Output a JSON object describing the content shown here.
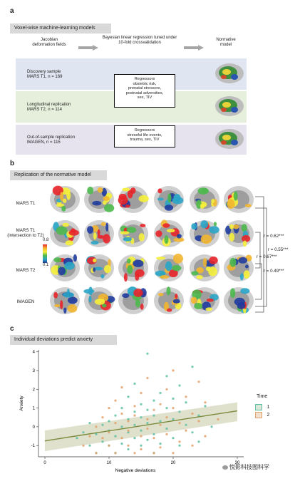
{
  "panel_a": {
    "letter": "a",
    "header": "Voxel-wise machine-learning models",
    "step1": "Jacobian\ndeformation fields",
    "step2": "Bayesian linear regression tuned under\n10-fold crossvalidation",
    "step3": "Normative\nmodel",
    "discovery": "Discovery sample\nMARS T1, n = 169",
    "longitudinal": "Longitudinal replication\nMARS T2, n = 114",
    "out_of_sample": "Out-of-sample replication\nIMAGEN, n = 115",
    "regressors_mars": "Regressors\nobstetric risk,\nprenatal stressors,\npostnatal adversities,\nsex, TIV",
    "regressors_imagen": "Regressors\nstressful life events,\ntrauma, sex, TIV",
    "colors": {
      "blue_band": "#dfe6f1",
      "green_band": "#e6efdb",
      "purple_band": "#e6e2ee",
      "arrow": "#a6a6a6"
    }
  },
  "panel_b": {
    "letter": "b",
    "header": "Replication of the normative model",
    "rows": [
      "MARS T1",
      "MARS T1\n(intersection to T2)",
      "MARS T2",
      "IMAGEN"
    ],
    "colorbar_ticks": [
      "0.8",
      "0.1"
    ],
    "correlations": [
      "r = 0.62***",
      "r = 0.55***",
      "r = 0.67***",
      "r = 0.49***"
    ]
  },
  "panel_c": {
    "letter": "c",
    "header": "Individual deviations predict anxiety",
    "legend_title": "Time",
    "watermark": "悦影科技图科学"
  },
  "chart_data": {
    "type": "scatter",
    "xlabel": "Negative deviations",
    "ylabel": "Anxiety",
    "xlim": [
      -1,
      31
    ],
    "ylim": [
      -1.6,
      4.1
    ],
    "xticks": [
      0,
      10,
      20,
      30
    ],
    "yticks": [
      4,
      3,
      2,
      1,
      0,
      -1
    ],
    "legend_position": "right",
    "grid": false,
    "series": [
      {
        "name": "1",
        "color": "#5cbfa3",
        "points": [
          [
            5,
            -0.6
          ],
          [
            6,
            -0.3
          ],
          [
            7,
            -1.0
          ],
          [
            7,
            0.2
          ],
          [
            8,
            -0.4
          ],
          [
            8,
            -1.4
          ],
          [
            9,
            0.1
          ],
          [
            9,
            -0.8
          ],
          [
            10,
            0.3
          ],
          [
            10,
            -1.0
          ],
          [
            10,
            -0.2
          ],
          [
            11,
            0.6
          ],
          [
            11,
            -0.5
          ],
          [
            11,
            -1.4
          ],
          [
            12,
            1.0
          ],
          [
            12,
            0.0
          ],
          [
            12,
            -0.9
          ],
          [
            13,
            0.4
          ],
          [
            13,
            -0.3
          ],
          [
            13,
            1.6
          ],
          [
            13,
            -1.2
          ],
          [
            14,
            0.8
          ],
          [
            14,
            -0.6
          ],
          [
            14,
            0.1
          ],
          [
            14,
            2.3
          ],
          [
            15,
            0.5
          ],
          [
            15,
            -1.0
          ],
          [
            15,
            1.2
          ],
          [
            15,
            -0.2
          ],
          [
            16,
            0.9
          ],
          [
            16,
            -0.7
          ],
          [
            16,
            0.2
          ],
          [
            16,
            3.9
          ],
          [
            17,
            1.4
          ],
          [
            17,
            -0.4
          ],
          [
            17,
            0.6
          ],
          [
            17,
            -1.4
          ],
          [
            18,
            0.3
          ],
          [
            18,
            1.8
          ],
          [
            18,
            -0.9
          ],
          [
            19,
            1.0
          ],
          [
            19,
            -0.1
          ],
          [
            19,
            2.7
          ],
          [
            20,
            0.4
          ],
          [
            20,
            -0.6
          ],
          [
            20,
            1.5
          ],
          [
            21,
            0.8
          ],
          [
            21,
            -1.0
          ],
          [
            21,
            2.2
          ],
          [
            22,
            0.1
          ],
          [
            22,
            1.3
          ],
          [
            23,
            -0.3
          ],
          [
            23,
            3.2
          ],
          [
            24,
            0.6
          ],
          [
            24,
            -0.8
          ],
          [
            25,
            1.1
          ],
          [
            26,
            0.0
          ]
        ]
      },
      {
        "name": "2",
        "color": "#e2a06a",
        "points": [
          [
            6,
            -1.0
          ],
          [
            7,
            -0.5
          ],
          [
            8,
            0.0
          ],
          [
            8,
            -1.4
          ],
          [
            9,
            -0.6
          ],
          [
            9,
            0.5
          ],
          [
            10,
            -1.0
          ],
          [
            10,
            1.0
          ],
          [
            10,
            -0.3
          ],
          [
            11,
            0.2
          ],
          [
            11,
            -1.4
          ],
          [
            11,
            1.4
          ],
          [
            12,
            -0.6
          ],
          [
            12,
            0.7
          ],
          [
            12,
            2.1
          ],
          [
            13,
            -1.0
          ],
          [
            13,
            0.3
          ],
          [
            13,
            -0.2
          ],
          [
            14,
            1.1
          ],
          [
            14,
            -1.4
          ],
          [
            14,
            0.6
          ],
          [
            15,
            -0.5
          ],
          [
            15,
            1.8
          ],
          [
            15,
            -1.2
          ],
          [
            16,
            0.4
          ],
          [
            16,
            -0.1
          ],
          [
            16,
            2.6
          ],
          [
            17,
            0.9
          ],
          [
            17,
            -1.4
          ],
          [
            17,
            -0.6
          ],
          [
            18,
            1.2
          ],
          [
            18,
            0.1
          ],
          [
            18,
            -1.1
          ],
          [
            19,
            2.0
          ],
          [
            19,
            0.5
          ],
          [
            19,
            -0.4
          ],
          [
            20,
            -1.4
          ],
          [
            20,
            1.0
          ],
          [
            20,
            3.0
          ],
          [
            21,
            0.2
          ],
          [
            21,
            -0.8
          ],
          [
            22,
            1.6
          ],
          [
            22,
            -0.2
          ],
          [
            23,
            0.7
          ],
          [
            23,
            -1.0
          ],
          [
            24,
            2.4
          ],
          [
            24,
            0.3
          ],
          [
            25,
            -0.5
          ],
          [
            25,
            1.3
          ],
          [
            27,
            0.4
          ]
        ]
      }
    ],
    "fit": {
      "x": [
        0,
        30
      ],
      "y": [
        -0.75,
        0.85
      ],
      "line_color": "#7a8a3c",
      "band_color": "#d8d9bf"
    }
  }
}
